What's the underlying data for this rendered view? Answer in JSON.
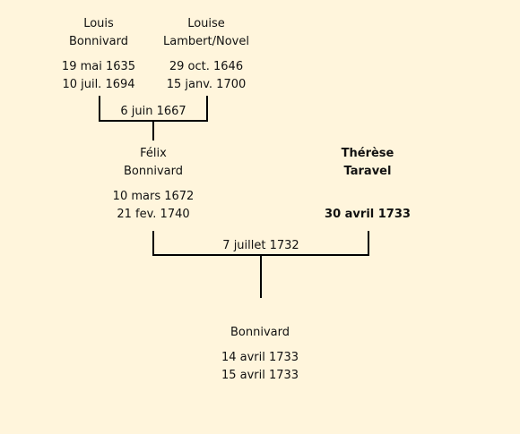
{
  "people": {
    "louis": {
      "first": "Louis",
      "last": "Bonnivard",
      "birth": "19 mai 1635",
      "death": "10 juil. 1694"
    },
    "louise": {
      "first": "Louise",
      "last": "Lambert/Novel",
      "birth": "29 oct. 1646",
      "death": "15 janv. 1700"
    },
    "felix": {
      "first": "Félix",
      "last": "Bonnivard",
      "birth": "10 mars 1672",
      "death": "21 fev. 1740"
    },
    "therese": {
      "first": "Thérèse",
      "last": "Taravel",
      "birth": "",
      "death": "30 avril 1733"
    },
    "child": {
      "first": "",
      "last": "Bonnivard",
      "birth": "14 avril 1733",
      "death": "15 avril 1733"
    }
  },
  "marriages": {
    "first": "6 juin 1667",
    "second": "7 juillet 1732"
  },
  "colors": {
    "background": "#fff5dc",
    "lines": "#000000"
  }
}
